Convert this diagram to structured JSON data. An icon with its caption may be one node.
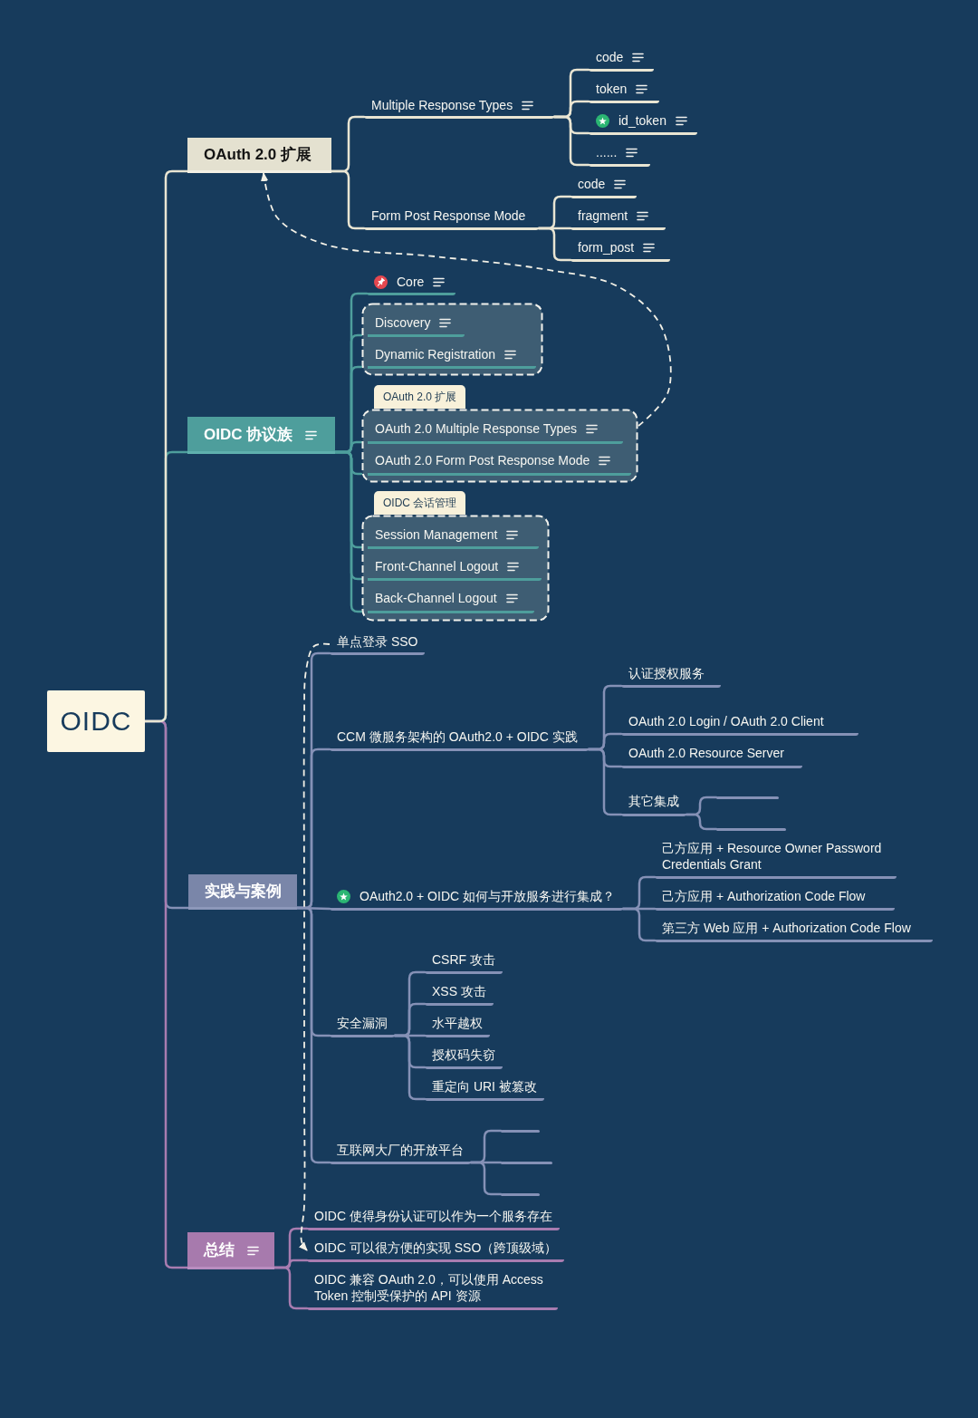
{
  "diagram": {
    "nodes": [
      {
        "text": [
          "OIDC"
        ]
      },
      {
        "text": [
          "OAuth 2.0 扩展"
        ]
      },
      {
        "text": [
          "Multiple Response Types"
        ]
      },
      {
        "text": [
          "code"
        ]
      },
      {
        "text": [
          "token"
        ]
      },
      {
        "text": [
          "id_token"
        ]
      },
      {
        "text": [
          "......"
        ]
      },
      {
        "text": [
          "Form Post Response Mode"
        ]
      },
      {
        "text": [
          "code"
        ]
      },
      {
        "text": [
          "fragment"
        ]
      },
      {
        "text": [
          "form_post"
        ]
      },
      {
        "text": [
          "OIDC 协议族"
        ]
      },
      {
        "text": [
          "Core"
        ]
      },
      {
        "text": [],
        "shape": "box"
      },
      {
        "text": [
          "Discovery"
        ],
        "in": 13
      },
      {
        "text": [
          "Dynamic Registration"
        ],
        "in": 13
      },
      {
        "text": [
          "OAuth 2.0 扩展"
        ]
      },
      {
        "text": [
          "OAuth 2.0 Multiple Response Types"
        ],
        "in": 16
      },
      {
        "text": [
          "OAuth 2.0 Form Post Response Mode"
        ],
        "in": 16
      },
      {
        "text": [
          "OIDC 会话管理"
        ]
      },
      {
        "text": [
          "Session Management"
        ],
        "in": 19
      },
      {
        "text": [
          "Front-Channel Logout"
        ],
        "in": 19
      },
      {
        "text": [
          "Back-Channel Logout"
        ],
        "in": 19
      },
      {
        "text": [
          "实践与案例"
        ]
      },
      {
        "text": [
          "单点登录 SSO"
        ]
      },
      {
        "text": [
          "CCM 微服务架构的 OAuth2.0 + OIDC 实践"
        ]
      },
      {
        "text": [
          "认证授权服务"
        ]
      },
      {
        "text": [
          "OAuth 2.0 Login / OAuth 2.0 Client"
        ]
      },
      {
        "text": [
          "OAuth 2.0 Resource Server"
        ]
      },
      {
        "text": [
          "其它集成"
        ]
      },
      {
        "text": [],
        "shape": "bar"
      },
      {
        "text": [],
        "shape": "bar"
      },
      {
        "text": [
          "OAuth2.0 + OIDC 如何与开放服务进行集成？"
        ]
      },
      {
        "text": [
          "己方应用 + Resource Owner Password Credentials Grant"
        ]
      },
      {
        "text": [
          "己方应用 + Authorization Code Flow"
        ]
      },
      {
        "text": [
          "第三方 Web 应用 + Authorization Code Flow"
        ]
      },
      {
        "text": [
          "安全漏洞"
        ]
      },
      {
        "text": [
          "CSRF 攻击"
        ]
      },
      {
        "text": [
          "XSS 攻击"
        ]
      },
      {
        "text": [
          "水平越权"
        ]
      },
      {
        "text": [
          "授权码失窃"
        ]
      },
      {
        "text": [
          "重定向 URI 被篡改"
        ]
      },
      {
        "text": [
          "互联网大厂的开放平台"
        ]
      },
      {
        "text": [],
        "shape": "bar"
      },
      {
        "text": [],
        "shape": "bar"
      },
      {
        "text": [],
        "shape": "bar"
      },
      {
        "text": [
          "总结"
        ]
      },
      {
        "text": [
          "OIDC 使得身份认证可以作为一个服务存在"
        ]
      },
      {
        "text": [
          "OIDC 可以很方便的实现 SSO（跨顶级域）"
        ]
      },
      {
        "text": [
          "OIDC 兼容 OAuth 2.0，可以使用 Access Token 控制受保护的 API 资源"
        ]
      }
    ],
    "edges": [
      {
        "from": 0,
        "to": 1,
        "arrow": "none",
        "color": "#e9e5d3"
      },
      {
        "from": 0,
        "to": 11,
        "arrow": "none",
        "color": "#4e9e9c"
      },
      {
        "from": 0,
        "to": 23,
        "arrow": "none"
      },
      {
        "from": 0,
        "to": 46,
        "arrow": "none",
        "color": "#a87cb0"
      },
      {
        "from": 1,
        "to": 2,
        "arrow": "none",
        "color": "#e9e5d3"
      },
      {
        "from": 1,
        "to": 7,
        "arrow": "none",
        "color": "#e9e5d3"
      },
      {
        "from": 2,
        "to": 3,
        "arrow": "none",
        "color": "#e9e5d3"
      },
      {
        "from": 2,
        "to": 4,
        "arrow": "none",
        "color": "#e9e5d3"
      },
      {
        "from": 2,
        "to": 5,
        "arrow": "none",
        "color": "#e9e5d3"
      },
      {
        "from": 2,
        "to": 6,
        "arrow": "none",
        "color": "#e9e5d3"
      },
      {
        "from": 7,
        "to": 8,
        "arrow": "none",
        "color": "#e9e5d3"
      },
      {
        "from": 7,
        "to": 9,
        "arrow": "none",
        "color": "#e9e5d3"
      },
      {
        "from": 7,
        "to": 10,
        "arrow": "none",
        "color": "#e9e5d3"
      },
      {
        "from": 11,
        "to": 12,
        "arrow": "none",
        "color": "#4e9e9c"
      },
      {
        "from": 11,
        "to": 14,
        "arrow": "none",
        "color": "#4e9e9c"
      },
      {
        "from": 11,
        "to": 15,
        "arrow": "none",
        "color": "#4e9e9c"
      },
      {
        "from": 11,
        "to": 17,
        "arrow": "none",
        "color": "#4e9e9c"
      },
      {
        "from": 11,
        "to": 18,
        "arrow": "none",
        "color": "#4e9e9c"
      },
      {
        "from": 11,
        "to": 20,
        "arrow": "none",
        "color": "#4e9e9c"
      },
      {
        "from": 11,
        "to": 21,
        "arrow": "none",
        "color": "#4e9e9c"
      },
      {
        "from": 11,
        "to": 22,
        "arrow": "none",
        "color": "#4e9e9c"
      },
      {
        "from": 23,
        "to": 24,
        "arrow": "none"
      },
      {
        "from": 23,
        "to": 25,
        "arrow": "none"
      },
      {
        "from": 23,
        "to": 32,
        "arrow": "none"
      },
      {
        "from": 23,
        "to": 36,
        "arrow": "none"
      },
      {
        "from": 23,
        "to": 42,
        "arrow": "none"
      },
      {
        "from": 25,
        "to": 26,
        "arrow": "none"
      },
      {
        "from": 25,
        "to": 27,
        "arrow": "none"
      },
      {
        "from": 25,
        "to": 28,
        "arrow": "none"
      },
      {
        "from": 25,
        "to": 29,
        "arrow": "none"
      },
      {
        "from": 29,
        "to": 30,
        "arrow": "none"
      },
      {
        "from": 29,
        "to": 31,
        "arrow": "none"
      },
      {
        "from": 32,
        "to": 33,
        "arrow": "none"
      },
      {
        "from": 32,
        "to": 34,
        "arrow": "none"
      },
      {
        "from": 32,
        "to": 35,
        "arrow": "none"
      },
      {
        "from": 36,
        "to": 37,
        "arrow": "none"
      },
      {
        "from": 36,
        "to": 38,
        "arrow": "none"
      },
      {
        "from": 36,
        "to": 39,
        "arrow": "none"
      },
      {
        "from": 36,
        "to": 40,
        "arrow": "none"
      },
      {
        "from": 36,
        "to": 41,
        "arrow": "none"
      },
      {
        "from": 42,
        "to": 43,
        "arrow": "none"
      },
      {
        "from": 42,
        "to": 44,
        "arrow": "none"
      },
      {
        "from": 42,
        "to": 45,
        "arrow": "none"
      },
      {
        "from": 46,
        "to": 47,
        "arrow": "none",
        "color": "#a87cb0"
      },
      {
        "from": 46,
        "to": 48,
        "arrow": "none",
        "color": "#a87cb0"
      },
      {
        "from": 46,
        "to": 49,
        "arrow": "none",
        "color": "#a87cb0"
      },
      {
        "from": 16,
        "to": 1,
        "arrow": "to",
        "style": "dashed",
        "color": "#f2f0e6"
      },
      {
        "from": 24,
        "to": 48,
        "arrow": "to",
        "style": "dashed",
        "color": "#f2f0e6"
      }
    ]
  }
}
